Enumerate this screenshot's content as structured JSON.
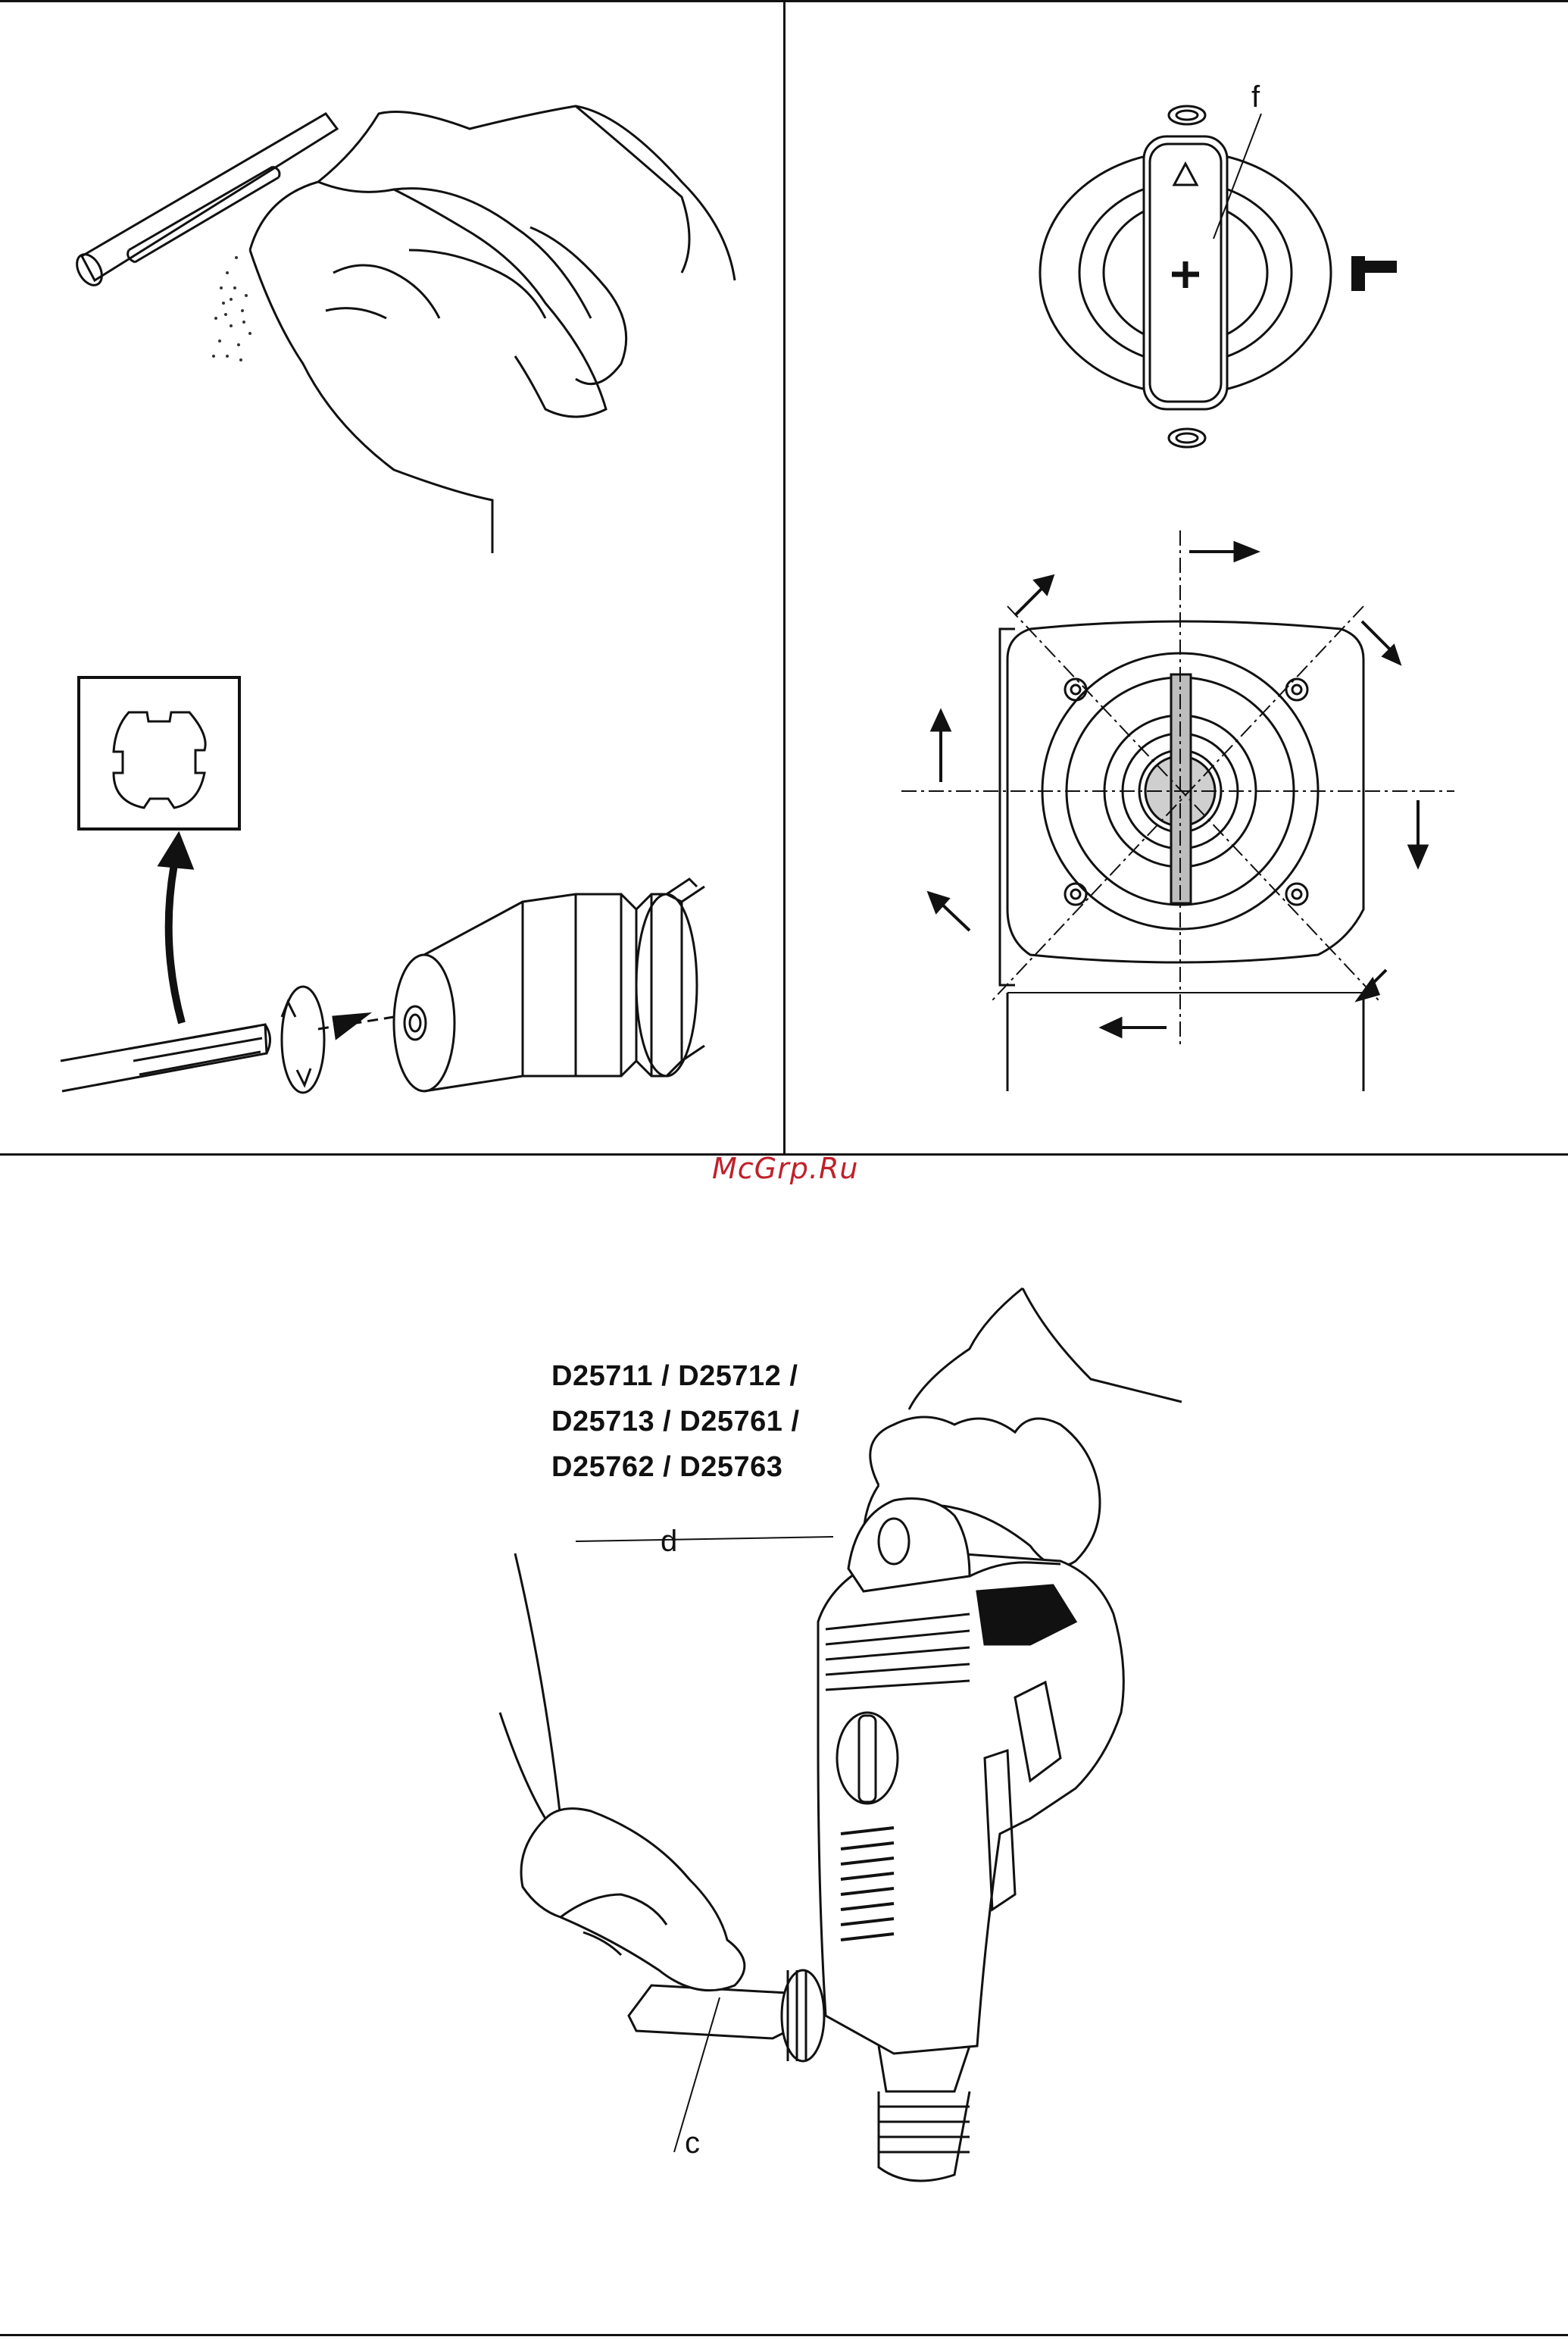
{
  "watermark": "McGrp.Ru",
  "models_label": "D25711 / D25712 /\nD25713 / D25761 /\nD25762 / D25763",
  "labels": {
    "f": "f",
    "d": "d",
    "c": "c"
  },
  "icons": {
    "cleaning": "hand-wiping-bit-icon",
    "mode_selector": "mode-selector-knob-icon",
    "bit_insertion": "bit-insertion-chuck-icon",
    "side_handle": "side-handle-positions-icon",
    "holding_drill": "holding-rotary-hammer-icon",
    "hammer_mode": "hammer-symbol-icon"
  }
}
